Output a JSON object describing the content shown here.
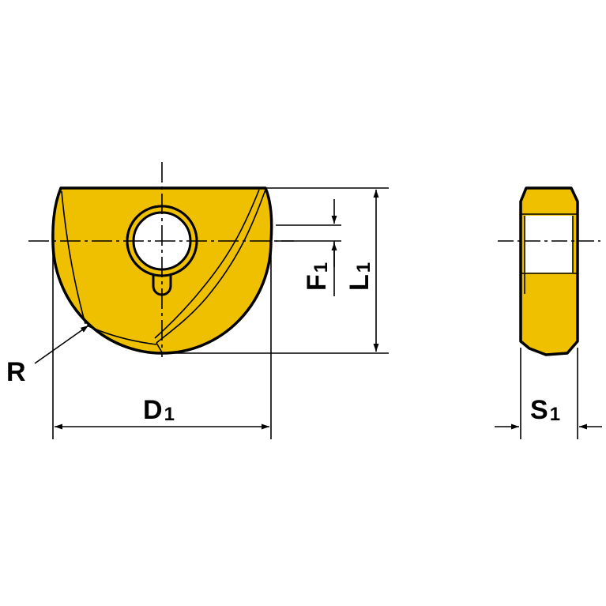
{
  "colors": {
    "insert_fill": "#EEC000",
    "outline": "#000000",
    "hole_fill": "#FFFFFF",
    "background": "#FFFFFF"
  },
  "labels": {
    "radius": "R",
    "diameter": {
      "main": "D",
      "sub": "1"
    },
    "offset": {
      "main": "F",
      "sub": "1"
    },
    "length": {
      "main": "L",
      "sub": "1"
    },
    "thickness": {
      "main": "S",
      "sub": "1"
    }
  }
}
